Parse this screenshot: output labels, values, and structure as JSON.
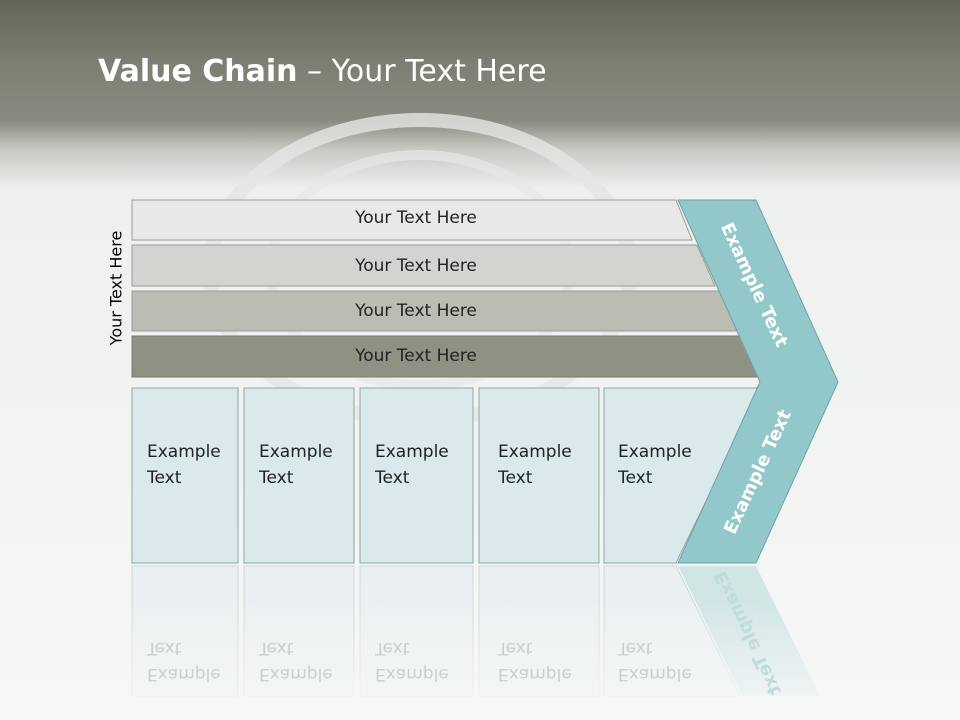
{
  "title": {
    "bold": "Value Chain",
    "rest": " – Your Text Here"
  },
  "side_label": "Your Text Here",
  "rows": [
    {
      "label": "Your Text Here",
      "color": "#e8e9e6"
    },
    {
      "label": "Your Text Here",
      "color": "#d3d4cf"
    },
    {
      "label": "Your Text Here",
      "color": "#bbbcb4"
    },
    {
      "label": "Your Text Here",
      "color": "#8f9183"
    }
  ],
  "cells": [
    {
      "label": "Example\nText"
    },
    {
      "label": "Example\nText"
    },
    {
      "label": "Example\nText"
    },
    {
      "label": "Example\nText"
    },
    {
      "label": "Example\nText"
    }
  ],
  "chevron": {
    "upper_label": "Example Text",
    "lower_label": "Example Text",
    "color": "#92c8c9"
  },
  "colors": {
    "cell_fill": "#d9e9ec",
    "cell_border": "#8ea6a8"
  }
}
